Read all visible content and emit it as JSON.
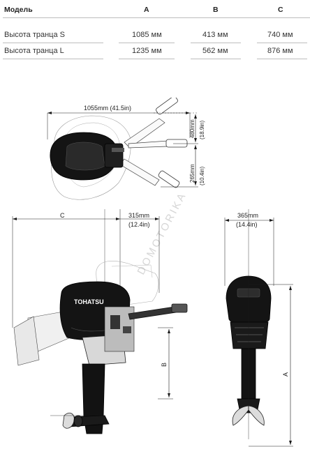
{
  "table": {
    "header": {
      "model": "Модель",
      "a": "A",
      "b": "B",
      "c": "C"
    },
    "rows": [
      {
        "label": "Высота транца S",
        "a": "1085 мм",
        "b": "413 мм",
        "c": "740 мм"
      },
      {
        "label": "Высота транца L",
        "a": "1235 мм",
        "b": "562 мм",
        "c": "876 мм"
      }
    ]
  },
  "drawing": {
    "top_view": {
      "width_label": "1055mm (41.5in)",
      "tiller_up_label_mm": "480mm",
      "tiller_up_label_in": "(18.9in)",
      "tiller_down_label_mm": "265mm",
      "tiller_down_label_in": "(10.4in)"
    },
    "side_view": {
      "label_c": "C",
      "offset_label_mm": "315mm",
      "offset_label_in": "(12.4in)",
      "label_b": "B",
      "brand": "TOHATSU"
    },
    "rear_view": {
      "width_label_mm": "365mm",
      "width_label_in": "(14.4in)",
      "label_a": "A"
    },
    "watermark": "DOMOTORIKA"
  }
}
